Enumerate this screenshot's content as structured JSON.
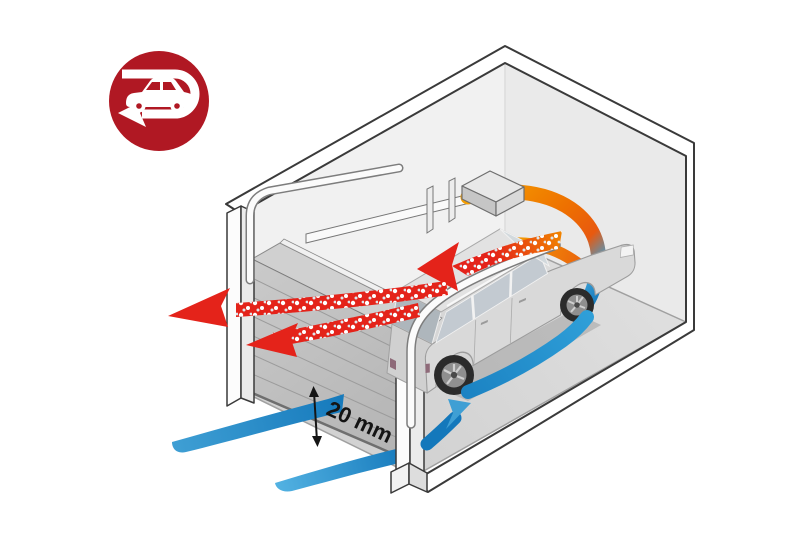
{
  "figure": {
    "type": "technical-illustration",
    "subject": "sectional garage door ventilation airflow (isometric cutaway)",
    "badge": {
      "icon": "car-u-turn-exhaust-icon",
      "shape": "circle"
    },
    "annotation": {
      "gap_label": "20 mm"
    },
    "colors": {
      "background": "#ffffff",
      "badge_red": "#b01823",
      "exhaust_red": "#e4231a",
      "warm_orange": "#f59e00",
      "deep_orange": "#e8590f",
      "intake_blue": "#3f9fd4",
      "intake_blue_dark": "#1478bb",
      "outline": "#3a3a3a",
      "wall_light": "#f1f1f1",
      "wall_back": "#eaeaea",
      "floor_gray": "#d6d6d6",
      "door_gray": "#c3c3c3",
      "car_body": "#d9d9d9",
      "label_ink": "#141414"
    }
  }
}
